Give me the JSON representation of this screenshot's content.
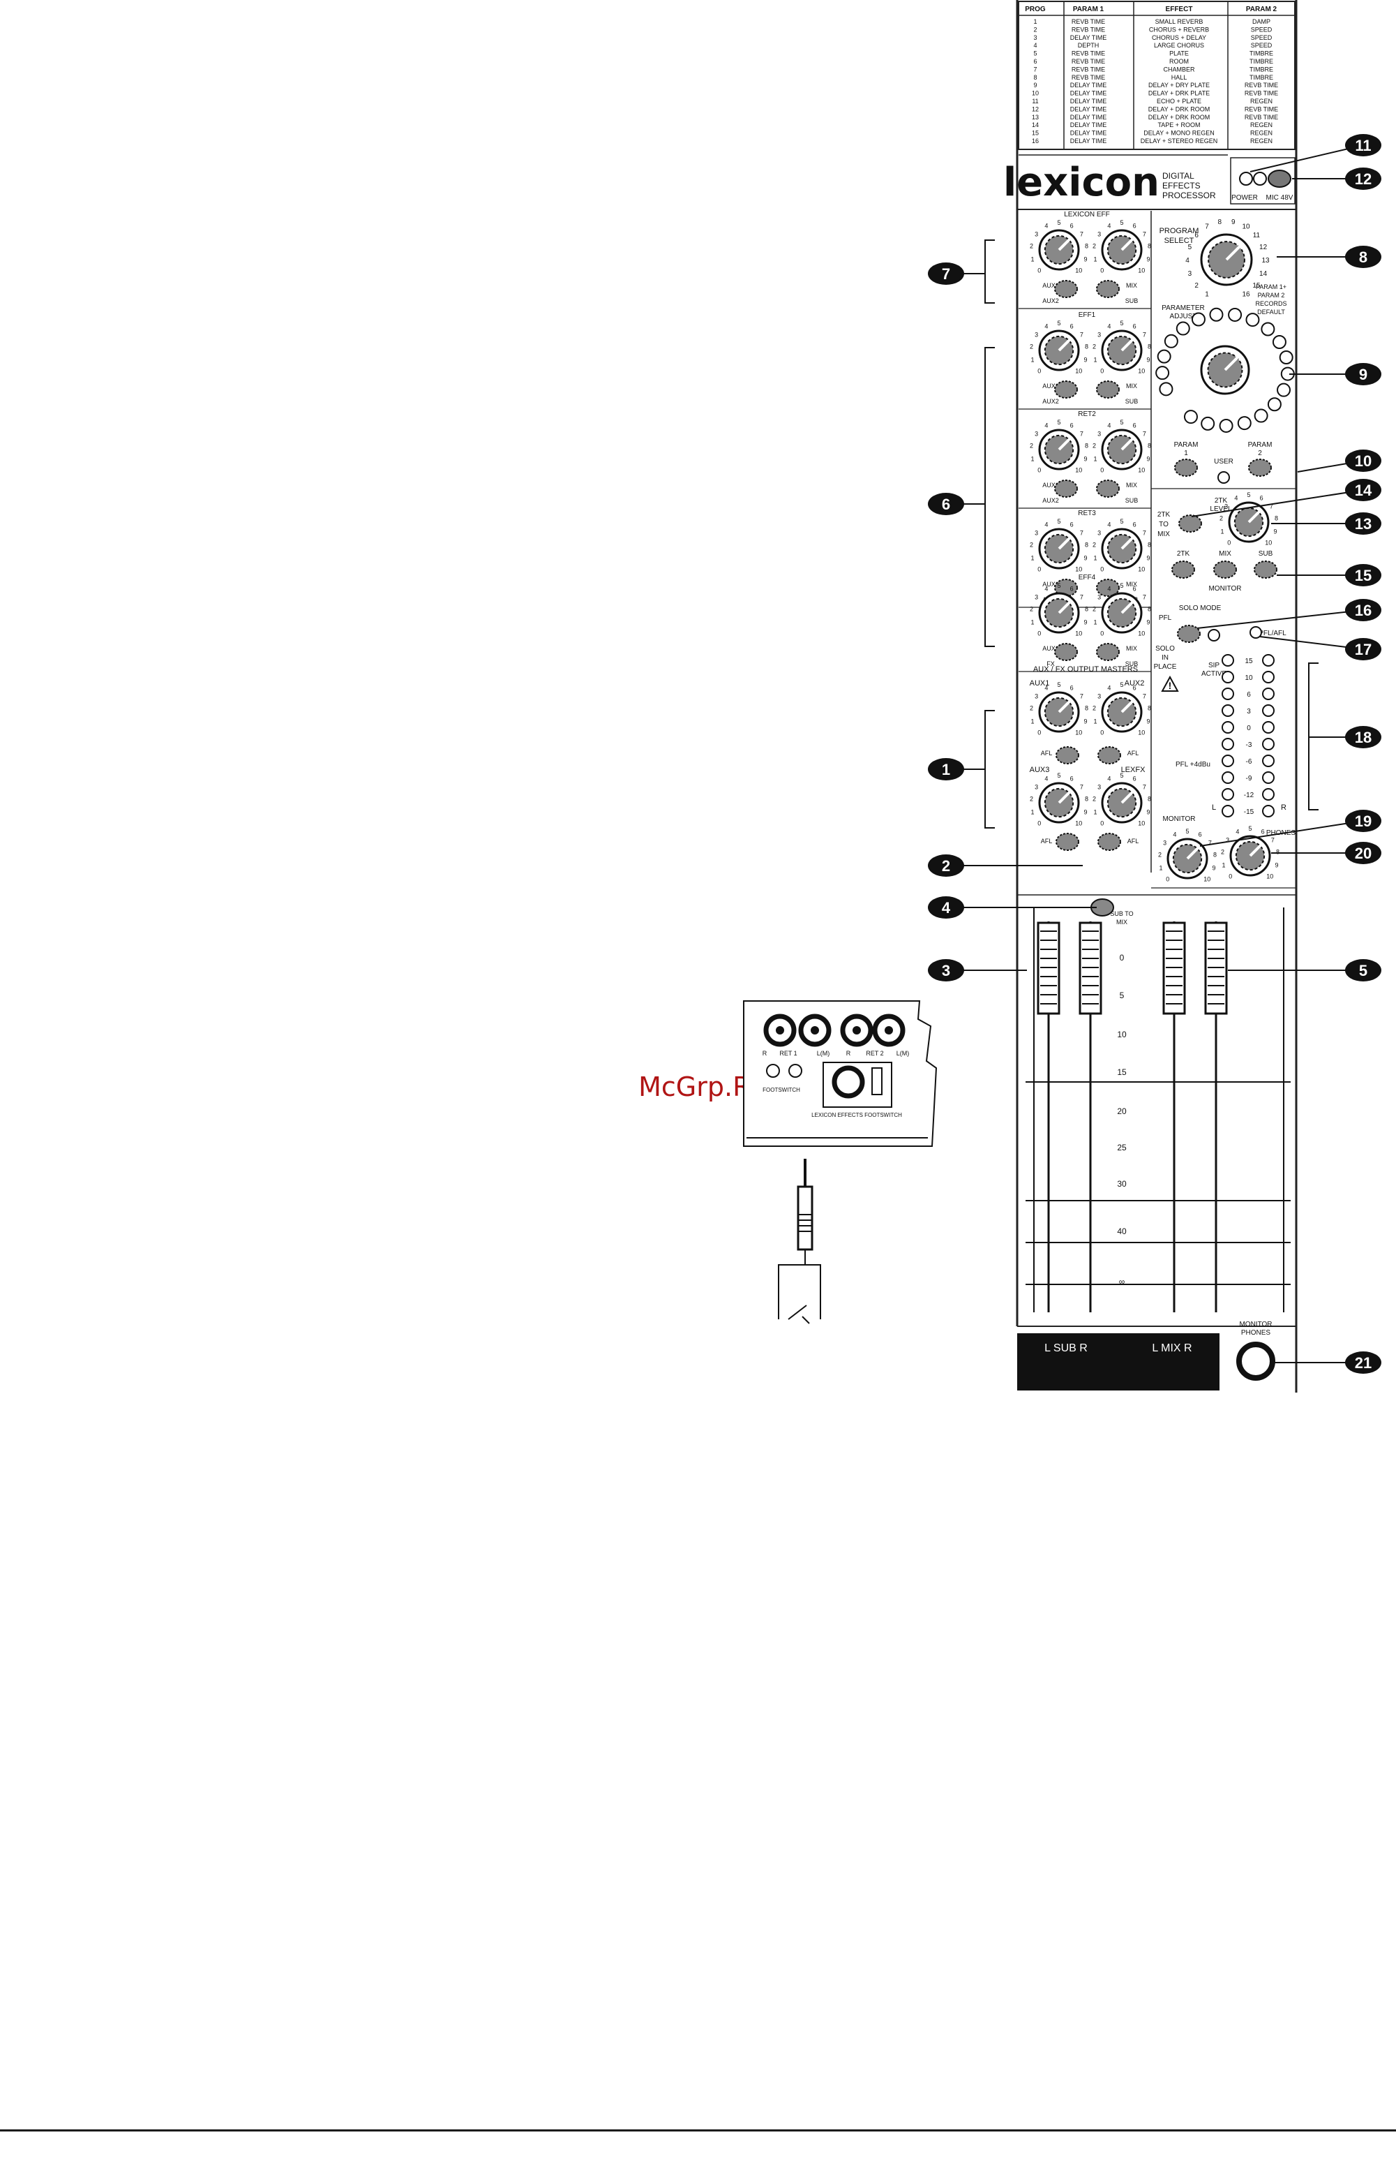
{
  "watermark": "McGrp.Ru",
  "brand": {
    "logo": "lexicon",
    "subtitle_lines": [
      "DIGITAL",
      "EFFECTS",
      "PROCESSOR"
    ]
  },
  "program_table": {
    "headers": [
      "PROG",
      "PARAM 1",
      "EFFECT",
      "PARAM 2"
    ],
    "rows": [
      [
        "1",
        "REVB TIME",
        "SMALL REVERB",
        "DAMP"
      ],
      [
        "2",
        "REVB TIME",
        "CHORUS + REVERB",
        "SPEED"
      ],
      [
        "3",
        "DELAY TIME",
        "CHORUS + DELAY",
        "SPEED"
      ],
      [
        "4",
        "DEPTH",
        "LARGE CHORUS",
        "SPEED"
      ],
      [
        "5",
        "REVB TIME",
        "PLATE",
        "TIMBRE"
      ],
      [
        "6",
        "REVB TIME",
        "ROOM",
        "TIMBRE"
      ],
      [
        "7",
        "REVB TIME",
        "CHAMBER",
        "TIMBRE"
      ],
      [
        "8",
        "REVB TIME",
        "HALL",
        "TIMBRE"
      ],
      [
        "9",
        "DELAY TIME",
        "DELAY + DRY PLATE",
        "REVB TIME"
      ],
      [
        "10",
        "DELAY TIME",
        "DELAY + DRK PLATE",
        "REVB TIME"
      ],
      [
        "11",
        "DELAY TIME",
        "ECHO + PLATE",
        "REGEN"
      ],
      [
        "12",
        "DELAY TIME",
        "DELAY + DRK ROOM",
        "REVB TIME"
      ],
      [
        "13",
        "DELAY TIME",
        "DELAY + DRK ROOM",
        "REVB TIME"
      ],
      [
        "14",
        "DELAY TIME",
        "TAPE + ROOM",
        "REGEN"
      ],
      [
        "15",
        "DELAY TIME",
        "DELAY + MONO REGEN",
        "REGEN"
      ],
      [
        "16",
        "DELAY TIME",
        "DELAY + STEREO REGEN",
        "REGEN"
      ]
    ]
  },
  "labels": {
    "power": "POWER",
    "mic48v": "MIC 48V",
    "lexicon_eff": "LEXICON EFF",
    "aux1": "AUX1",
    "aux2": "AUX2",
    "mix": "MIX",
    "sub": "SUB",
    "eff1": "EFF1",
    "eff2": "RET2",
    "eff3": "RET3",
    "eff4": "EFF4",
    "fx": "FX",
    "program_select": [
      "PROGRAM",
      "SELECT"
    ],
    "parameter_adjust": [
      "PARAMETER",
      "ADJUST"
    ],
    "param_store": [
      "PARAM 1+",
      "PARAM 2",
      "RECORDS",
      "DEFAULT"
    ],
    "param1": [
      "PARAM",
      "1"
    ],
    "user": "USER",
    "param2": [
      "PARAM",
      "2"
    ],
    "two_tk_to_mix": [
      "2TK",
      "TO",
      "MIX"
    ],
    "two_tk_level": [
      "2TK",
      "LEVEL"
    ],
    "two_tk": "2TK",
    "monitor_sec": "MONITOR",
    "solo_mode": "SOLO MODE",
    "pfl": "PFL",
    "solo_in_place": [
      "SOLO",
      "IN",
      "PLACE"
    ],
    "sip_active": [
      "SIP",
      "ACTIVE"
    ],
    "pfl_afl": "PFL/AFL",
    "aux_fx_output_masters": "AUX / FX OUTPUT MASTERS",
    "aux1b": "AUX1",
    "aux2b": "AUX2",
    "aux3": "AUX3",
    "lexfx": "LEXFX",
    "afl": "AFL",
    "pfl_plus4": "PFL +4dBu",
    "meter_l": "L",
    "meter_r": "R",
    "monitor_knob": "MONITOR",
    "phones_knob": "PHONES",
    "sub_to_mix": [
      "SUB TO",
      "MIX"
    ],
    "sub_lr": "L SUB R",
    "mix_lr": "L MIX R",
    "monitor_phones": [
      "MONITOR",
      "PHONES"
    ]
  },
  "program_dial_numbers": [
    "1",
    "2",
    "3",
    "4",
    "5",
    "6",
    "7",
    "8",
    "9",
    "10",
    "11",
    "12",
    "13",
    "14",
    "15",
    "16"
  ],
  "knob_scale": [
    "0",
    "1",
    "2",
    "3",
    "4",
    "5",
    "6",
    "7",
    "8",
    "9",
    "10"
  ],
  "meter_scale": [
    "15",
    "10",
    "6",
    "3",
    "0",
    "-3",
    "-6",
    "-9",
    "-12",
    "-15"
  ],
  "fader_scale": [
    "0",
    "5",
    "10",
    "15",
    "20",
    "25",
    "30",
    "40",
    "∞"
  ],
  "inset": {
    "jack_labels": [
      "R",
      "RET 1",
      "L(M)",
      "R",
      "RET 2",
      "L(M)"
    ],
    "footswitch_label": "LEXICON EFFECTS FOOTSWITCH",
    "phones_small": "FOOTSWITCH"
  },
  "callouts": [
    "1",
    "2",
    "3",
    "4",
    "5",
    "6",
    "7",
    "8",
    "9",
    "10",
    "11",
    "12",
    "13",
    "14",
    "15",
    "16",
    "17",
    "18",
    "19",
    "20",
    "21"
  ]
}
